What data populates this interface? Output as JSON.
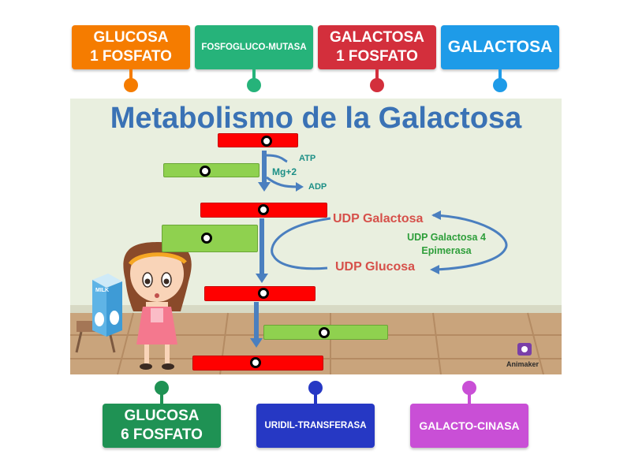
{
  "top_tiles": [
    {
      "label": "GLUCOSA\n1 FOSFATO",
      "color": "#f57c00"
    },
    {
      "label": "FOSFOGLUCO-MUTASA",
      "color": "#26b37a"
    },
    {
      "label": "GALACTOSA\n1 FOSFATO",
      "color": "#d32f3c"
    },
    {
      "label": "GALACTOSA",
      "color": "#1e9be8"
    }
  ],
  "bottom_tiles": [
    {
      "label": "GLUCOSA\n6 FOSFATO",
      "color": "#1f9254"
    },
    {
      "label": "URIDIL-TRANSFERASA",
      "color": "#2638c4"
    },
    {
      "label": "GALACTO-CINASA",
      "color": "#c94fd6"
    }
  ],
  "diagram": {
    "title": "Metabolismo de la Galactosa",
    "atp": "ATP",
    "mg": "Mg+2",
    "adp": "ADP",
    "udp_galactosa": "UDP Galactosa",
    "udp_glucosa": "UDP Glucosa",
    "epimerasa": "UDP Galactosa 4\nEpimerasa",
    "milk": "MILK",
    "watermark": "Animaker"
  },
  "colors": {
    "title": "#3a72b5",
    "teal": "#1c8f86",
    "udp_red": "#d6504a",
    "epimerasa_green": "#2e9e3a",
    "arrow_blue": "#4a7fbf",
    "slot_red": "#ff0000",
    "slot_green": "#8fd14f"
  }
}
